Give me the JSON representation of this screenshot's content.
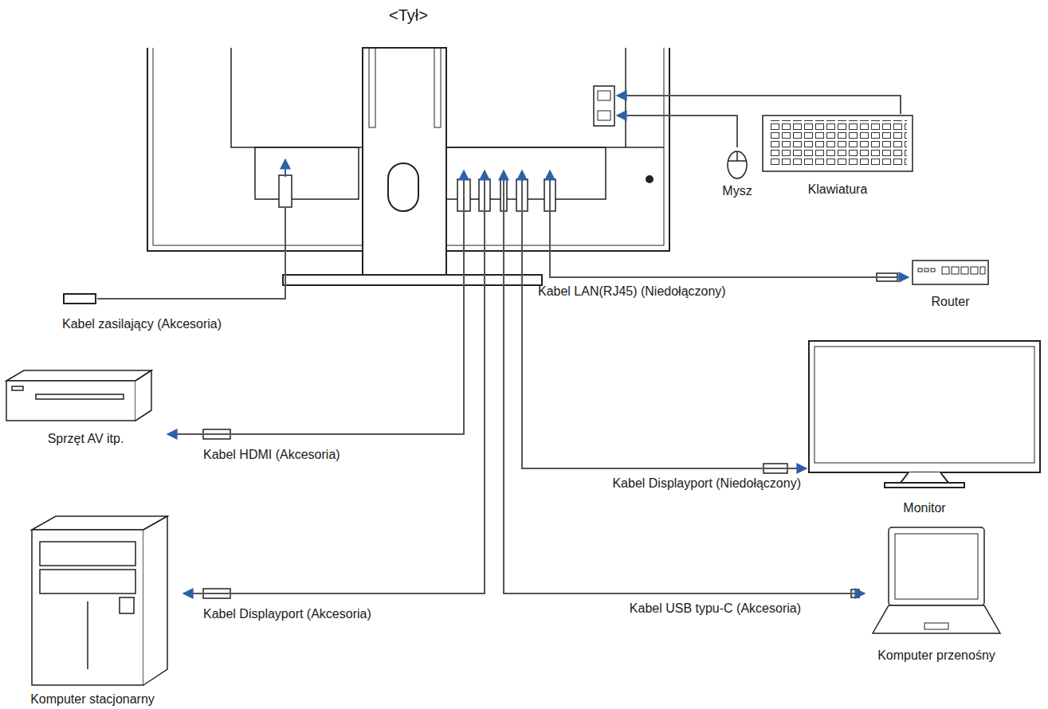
{
  "diagram": {
    "nodes": [
      {
        "text": [
          "<Tył>"
        ]
      },
      {
        "text": [
          "Mysz"
        ]
      },
      {
        "text": [
          "Klawiatura"
        ]
      },
      {
        "text": [
          "Router"
        ]
      },
      {
        "text": [
          "Monitor"
        ]
      },
      {
        "text": [
          "Sprzęt AV itp."
        ]
      },
      {
        "text": [
          "Komputer stacjonarny"
        ]
      },
      {
        "text": [
          "Komputer przenośny"
        ]
      }
    ],
    "edges": [
      {
        "from": 1,
        "to": 0,
        "arrow": "to"
      },
      {
        "from": 2,
        "to": 0,
        "arrow": "to"
      },
      {
        "from": 0,
        "to": 3,
        "label": "Kabel LAN(RJ45) (Niedołączony)",
        "arrow": "both"
      },
      {
        "from": 0,
        "to": 4,
        "label": "Kabel Displayport (Niedołączony)",
        "arrow": "both"
      },
      {
        "from": 0,
        "to": 5,
        "label": "Kabel HDMI (Akcesoria)",
        "arrow": "both"
      },
      {
        "from": 0,
        "to": 6,
        "label": "Kabel Displayport (Akcesoria)",
        "arrow": "both"
      },
      {
        "from": 0,
        "to": 7,
        "label": "Kabel USB typu-C (Akcesoria)",
        "arrow": "both"
      }
    ],
    "labels": [
      "Kabel zasilający (Akcesoria)"
    ]
  }
}
